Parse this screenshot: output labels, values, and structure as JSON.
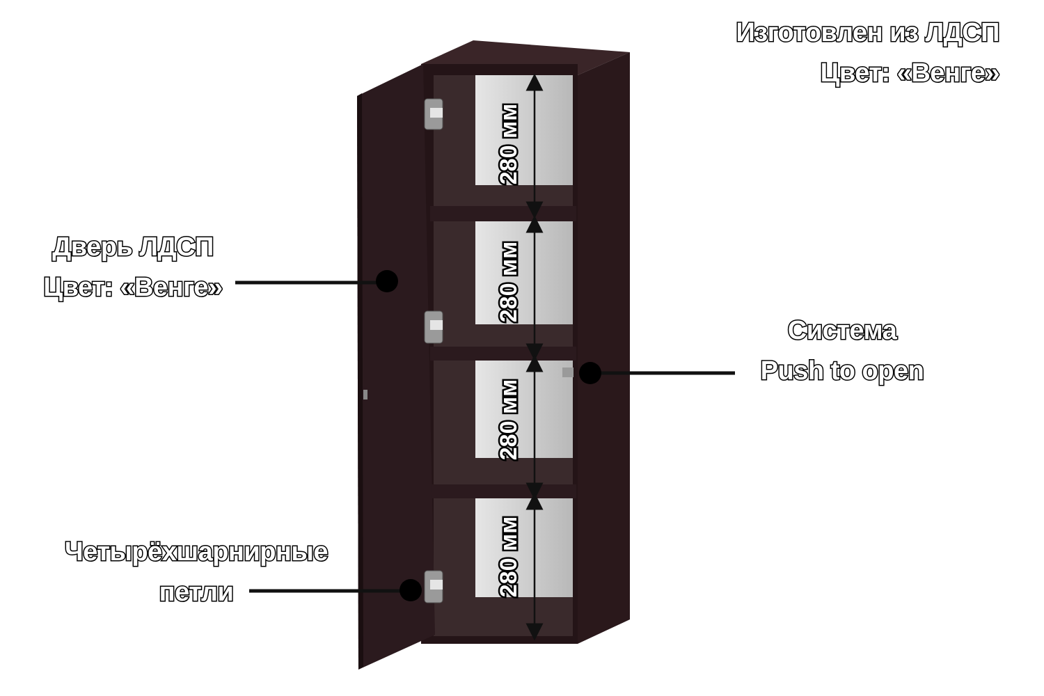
{
  "material": {
    "line1": "Изготовлен из ЛДСП",
    "line2": "Цвет:  «Венге»"
  },
  "door": {
    "line1": "Дверь ЛДСП",
    "line2": "Цвет: «Венге»"
  },
  "push": {
    "line1": "Система",
    "line2": "Push to open"
  },
  "hinges": {
    "line1": "Четырёхшарнирные",
    "line2": "петли"
  },
  "shelves": [
    {
      "height_label": "280 мм"
    },
    {
      "height_label": "280 мм"
    },
    {
      "height_label": "280 мм"
    },
    {
      "height_label": "280 мм"
    }
  ],
  "colors": {
    "wenge": "#2b1a1e",
    "interior": "#c8c8c8",
    "outline": "#000000"
  }
}
